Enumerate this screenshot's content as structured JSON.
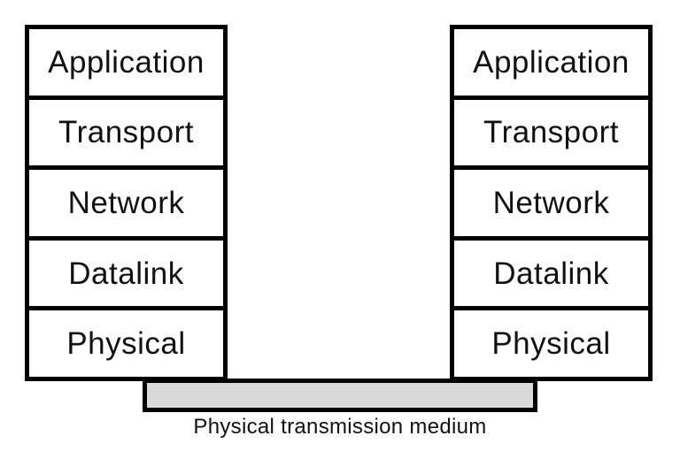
{
  "stacks": {
    "left": {
      "layers": [
        "Application",
        "Transport",
        "Network",
        "Datalink",
        "Physical"
      ]
    },
    "right": {
      "layers": [
        "Application",
        "Transport",
        "Network",
        "Datalink",
        "Physical"
      ]
    }
  },
  "medium": {
    "label": "Physical transmission medium"
  },
  "colors": {
    "background": "#ffffff",
    "box_fill": "#ffffff",
    "border": "#000000",
    "text": "#111111",
    "medium_fill": "#d9d9d9"
  }
}
